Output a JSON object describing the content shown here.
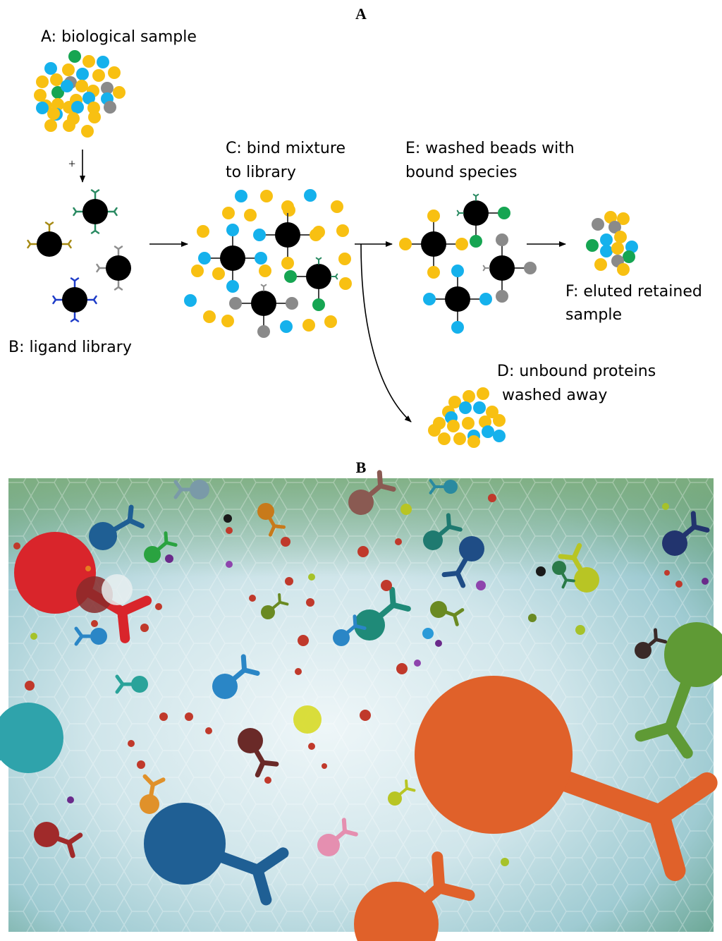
{
  "panels": {
    "a_letter": "A",
    "b_letter": "B"
  },
  "diagram": {
    "label_a": "A: biological sample",
    "plus_sign": "+",
    "label_b": "B: ligand library",
    "label_c_line1": "C: bind mixture",
    "label_c_line2": "to library",
    "label_e_line1": "E: washed beads with",
    "label_e_line2": "bound species",
    "label_d_line1": "D: unbound  proteins",
    "label_d_line2": "washed away",
    "label_f_line1": "F: eluted retained",
    "label_f_line2": "sample"
  },
  "colors": {
    "yellow": "#f8c012",
    "blue": "#15b1ec",
    "green": "#16a552",
    "gray": "#8a8a8a",
    "bead": "#000000",
    "ligand_green": "#2a8a62",
    "ligand_olive": "#a68a14",
    "ligand_gray": "#8e8e8e",
    "ligand_blue": "#1e3cc8"
  }
}
